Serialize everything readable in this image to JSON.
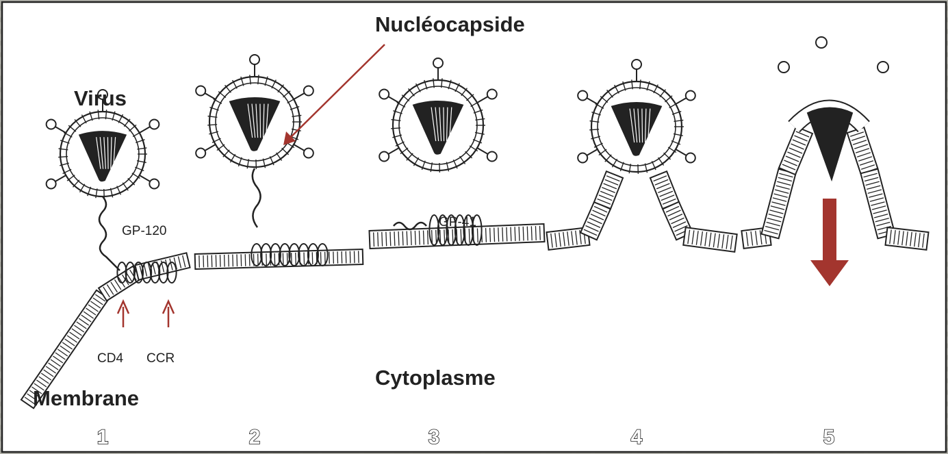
{
  "labels": {
    "virus": "Virus",
    "nucleocapsid": "Nucléocapside",
    "gp120": "GP-120",
    "gp41": "GP-41",
    "cd4": "CD4",
    "ccr": "CCR",
    "membrane": "Membrane",
    "cytoplasm": "Cytoplasme"
  },
  "steps": [
    "1",
    "2",
    "3",
    "4",
    "5"
  ],
  "colors": {
    "background": "#b3b3ab",
    "ink": "#222222",
    "arrow": "#a3352e",
    "panel": "#ffffff"
  }
}
